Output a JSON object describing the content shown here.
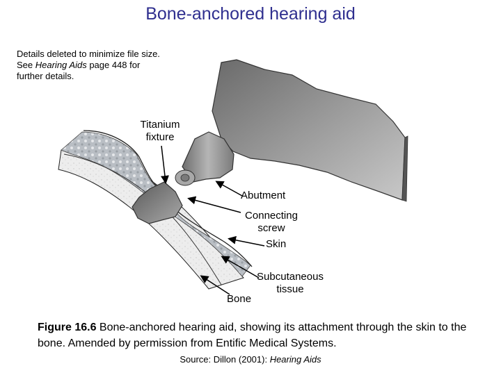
{
  "title": "Bone-anchored hearing aid",
  "note": {
    "line1": "Details deleted to minimize file size.",
    "line2_prefix": "See ",
    "line2_italic": "Hearing Aids",
    "line2_suffix": " page 448 for",
    "line3": "further details."
  },
  "labels": {
    "titanium_line1": "Titanium",
    "titanium_line2": "fixture",
    "abutment": "Abutment",
    "connecting_line1": "Connecting",
    "connecting_line2": "screw",
    "skin": "Skin",
    "subcutaneous_line1": "Subcutaneous",
    "subcutaneous_line2": "tissue",
    "bone": "Bone"
  },
  "caption": {
    "figure": "Figure 16.6",
    "text": " Bone-anchored hearing aid, showing its attachment through the skin to the bone. Amended by permission from Entific Medical Systems."
  },
  "source": {
    "prefix": "Source:  Dillon (2001): ",
    "italic": "Hearing Aids"
  }
}
